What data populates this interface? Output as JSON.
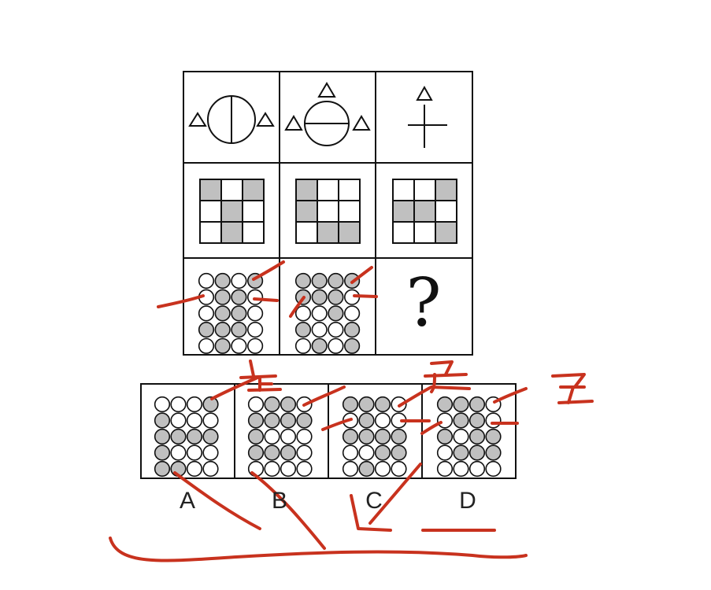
{
  "question_mark": "?",
  "options": [
    {
      "label": "A",
      "dots": [
        0,
        0,
        0,
        1,
        1,
        0,
        0,
        0,
        1,
        1,
        1,
        1,
        1,
        0,
        0,
        0,
        1,
        1,
        0,
        0
      ]
    },
    {
      "label": "B",
      "dots": [
        0,
        1,
        1,
        0,
        1,
        1,
        1,
        1,
        1,
        0,
        0,
        0,
        1,
        1,
        1,
        0,
        0,
        0,
        0,
        0
      ]
    },
    {
      "label": "C",
      "dots": [
        1,
        1,
        1,
        0,
        0,
        1,
        0,
        0,
        1,
        1,
        1,
        1,
        0,
        0,
        1,
        1,
        0,
        1,
        0,
        0
      ]
    },
    {
      "label": "D",
      "dots": [
        1,
        1,
        1,
        0,
        0,
        1,
        1,
        0,
        1,
        0,
        1,
        1,
        0,
        1,
        1,
        1,
        0,
        0,
        0,
        0
      ]
    }
  ],
  "matrix": {
    "row2_grids": [
      [
        1,
        0,
        1,
        0,
        1,
        0,
        0,
        1,
        0
      ],
      [
        1,
        0,
        0,
        1,
        0,
        0,
        0,
        1,
        1
      ],
      [
        0,
        0,
        1,
        1,
        1,
        0,
        0,
        0,
        1
      ]
    ],
    "row3_dots": [
      [
        0,
        1,
        0,
        1,
        0,
        1,
        1,
        0,
        0,
        1,
        1,
        0,
        1,
        1,
        1,
        0,
        0,
        1,
        0,
        0
      ],
      [
        1,
        1,
        1,
        1,
        1,
        1,
        1,
        0,
        0,
        0,
        1,
        0,
        1,
        0,
        0,
        1,
        0,
        1,
        0,
        1
      ]
    ]
  },
  "annotations": {
    "text_1": "正",
    "text_2": "正",
    "text_3": "正"
  },
  "colors": {
    "ink": "#111111",
    "fill": "#c0c0c0",
    "annotation": "#c8321e"
  }
}
